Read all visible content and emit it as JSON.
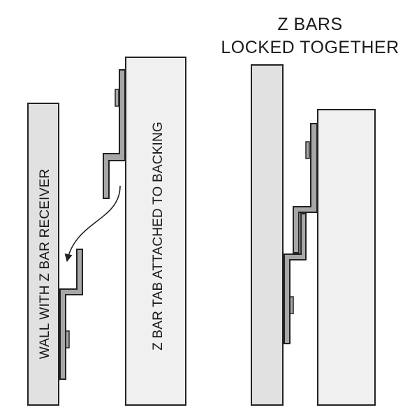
{
  "labels": {
    "wall": "WALL WITH Z BAR RECEIVER",
    "tab": "Z BAR TAB ATTACHED TO BACKING",
    "title_line1": "Z BARS",
    "title_line2": "LOCKED TOGETHER"
  },
  "colors": {
    "wall_fill": "#e1e1e1",
    "backing_fill": "#f0f0f0",
    "zbar_fill": "#a7a7a7",
    "stroke": "#222222"
  }
}
